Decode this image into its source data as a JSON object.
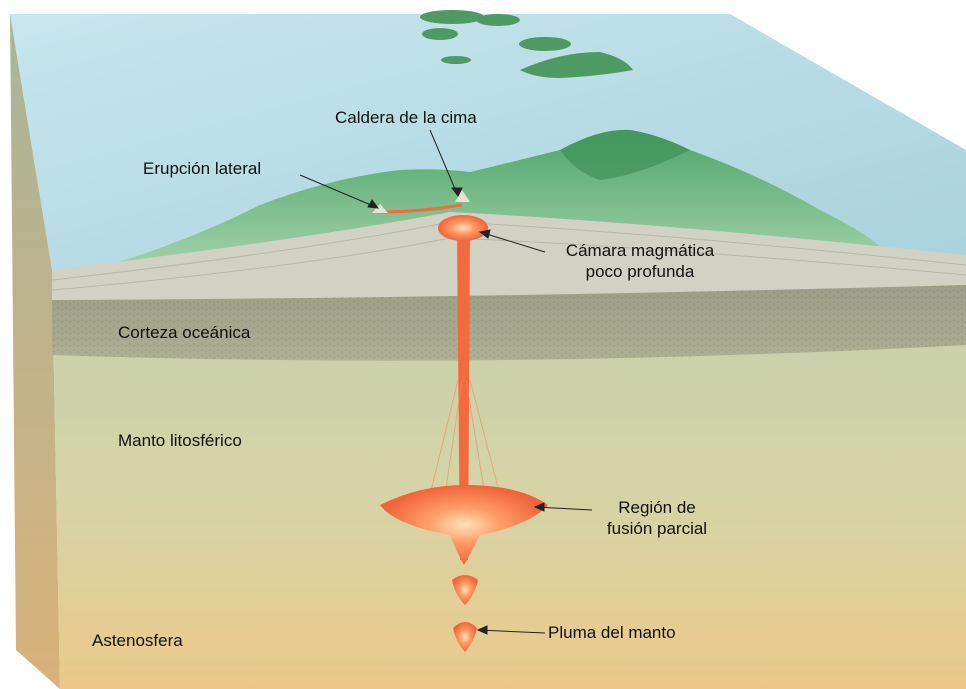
{
  "labels": {
    "summit_caldera": "Caldera de la cima",
    "lateral_eruption": "Erupción lateral",
    "shallow_chamber_line1": "Cámara magmática",
    "shallow_chamber_line2": "poco profunda",
    "oceanic_crust": "Corteza oceánica",
    "lithospheric_mantle": "Manto litosférico",
    "partial_melt_line1": "Región de",
    "partial_melt_line2": "fusión parcial",
    "asthenosphere": "Astenosfera",
    "mantle_plume": "Pluma del manto"
  },
  "colors": {
    "ocean": "#b9dde6",
    "volcano": "#5fae74",
    "crust_top": "#cfcfc4",
    "oceanic_crust": "#a3a58c",
    "lithospheric_mantle": "#c9d3b0",
    "asthenosphere": "#e8c98a",
    "magma": "#f0643a"
  }
}
